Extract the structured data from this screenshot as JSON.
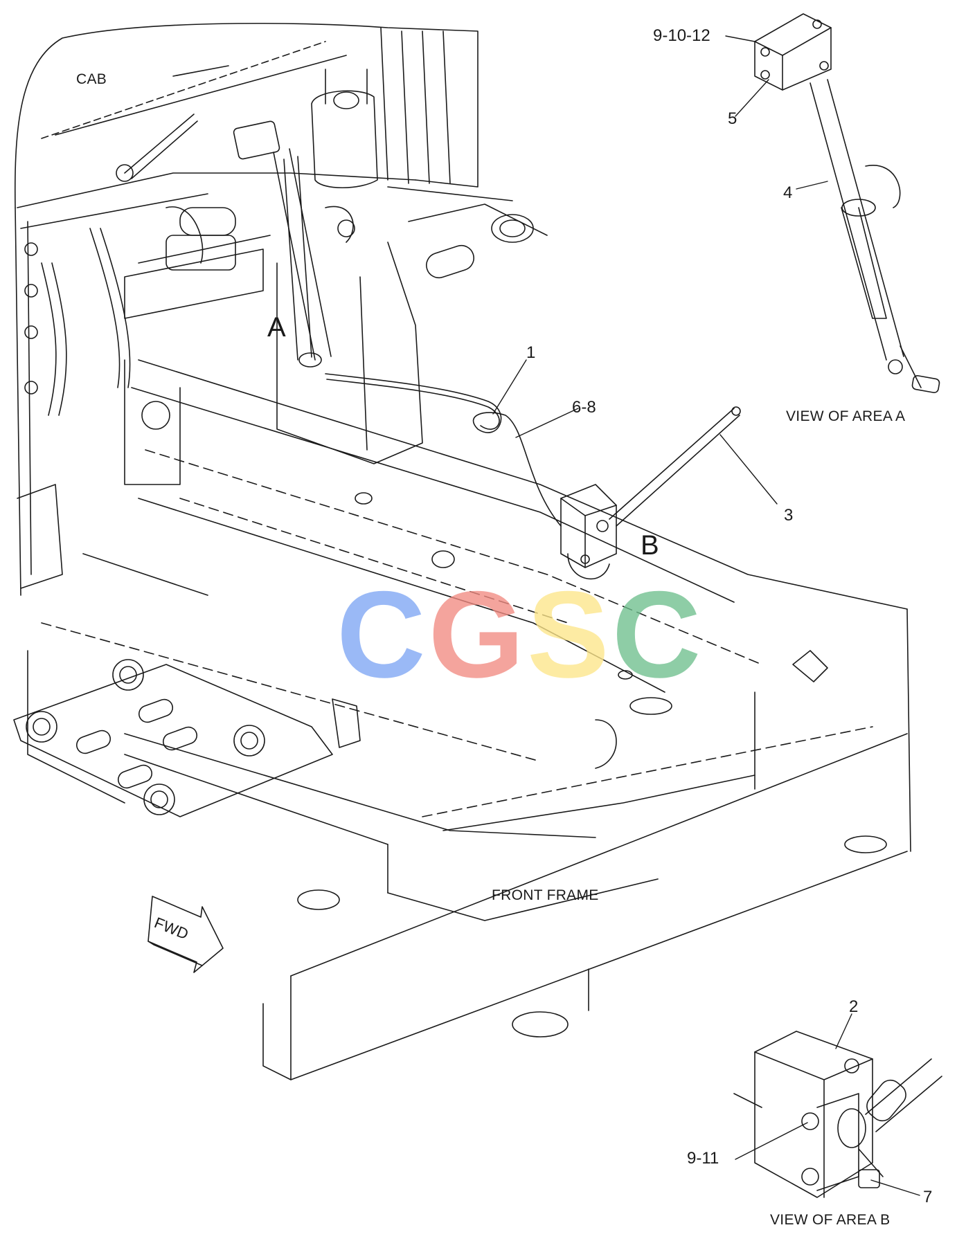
{
  "labels": {
    "cab": "CAB",
    "front_frame": "FRONT FRAME",
    "fwd": "FWD",
    "area_a": "A",
    "area_b": "B",
    "view_a": "VIEW OF AREA  A",
    "view_b": "VIEW OF AREA  B"
  },
  "callouts": {
    "c1": "1",
    "c2": "2",
    "c3": "3",
    "c4": "4",
    "c5": "5",
    "c7": "7",
    "c68": "6-8",
    "c91012": "9-10-12",
    "c911": "9-11"
  },
  "watermark": {
    "letters": [
      "C",
      "G",
      "S",
      "C"
    ],
    "colors": [
      "#7ea6f4",
      "#f28b82",
      "#fde68a",
      "#6fbf8e"
    ]
  },
  "colors": {
    "line": "#1a1a1a",
    "background": "#ffffff"
  }
}
